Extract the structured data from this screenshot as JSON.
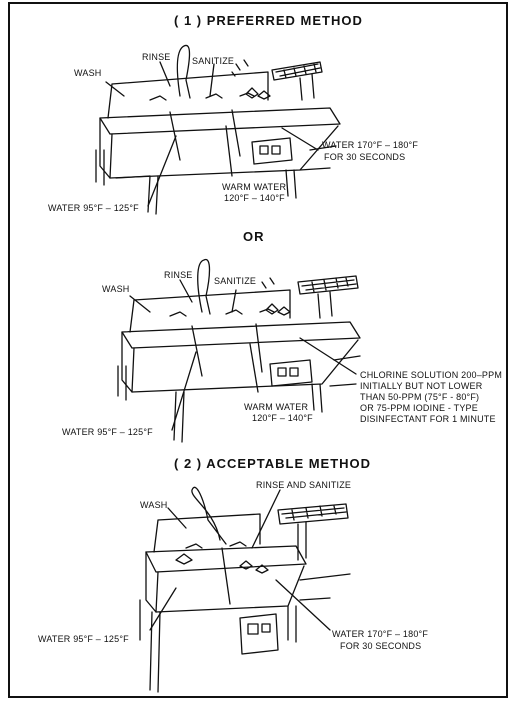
{
  "sections": {
    "preferred": {
      "heading": "( 1 )  PREFERRED METHOD",
      "labels": {
        "wash": "WASH",
        "rinse": "RINSE",
        "sanitize": "SANITIZE",
        "water_hot": "WATER  170°F – 180°F",
        "water_hot_time": "FOR 30 SECONDS",
        "warm_water": "WARM WATER",
        "warm_water_range": "120°F – 140°F",
        "water_wash": "WATER  95°F – 125°F"
      }
    },
    "or": {
      "text": "OR"
    },
    "chemical": {
      "labels": {
        "wash": "WASH",
        "rinse": "RINSE",
        "sanitize": "SANITIZE",
        "chlorine_1": "CHLORINE SOLUTION 200–PPM",
        "chlorine_2": "INITIALLY BUT NOT LOWER",
        "chlorine_3": "THAN 50-PPM (75°F - 80°F)",
        "chlorine_4": "OR 75-PPM IODINE - TYPE",
        "chlorine_5": "DISINFECTANT FOR 1 MINUTE",
        "warm_water": "WARM WATER",
        "warm_water_range": "120°F – 140°F",
        "water_wash": "WATER  95°F – 125°F"
      }
    },
    "acceptable": {
      "heading": "( 2 )  ACCEPTABLE METHOD",
      "labels": {
        "wash": "WASH",
        "rinse_sanitize": "RINSE AND SANITIZE",
        "water_hot": "WATER  170°F – 180°F",
        "water_hot_time": "FOR 30 SECONDS",
        "water_wash": "WATER  95°F – 125°F"
      }
    }
  }
}
